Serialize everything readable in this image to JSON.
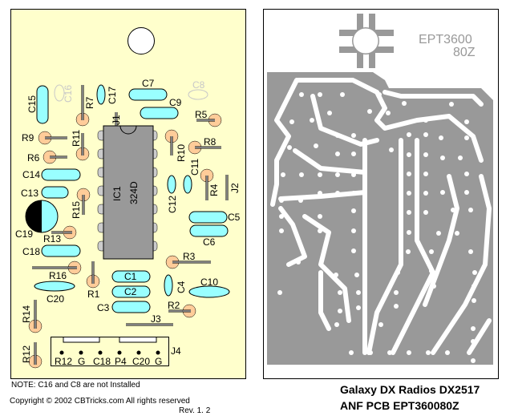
{
  "diagram": {
    "component_side": {
      "board_color": "#ffffcc",
      "capacitor_color": "#99ffff",
      "resistor_color": "#ffcc99",
      "ic_color": "#999999",
      "pin_color": "#cccccc",
      "not_installed_color": "#c8c8c8",
      "ic": {
        "ref": "IC1",
        "part": "324D"
      },
      "capacitors": [
        "C1",
        "C2",
        "C3",
        "C4",
        "C5",
        "C6",
        "C7",
        "C9",
        "C10",
        "C11",
        "C12",
        "C13",
        "C14",
        "C15",
        "C17",
        "C18",
        "C20"
      ],
      "not_installed": [
        "C16",
        "C8"
      ],
      "electrolytic": "C19",
      "resistors": [
        "R1",
        "R2",
        "R3",
        "R4",
        "R5",
        "R6",
        "R7",
        "R8",
        "R9",
        "R10",
        "R11",
        "R12",
        "R13",
        "R14",
        "R15",
        "R16"
      ],
      "jumpers": [
        "J1",
        "J2",
        "J3"
      ],
      "connector": {
        "ref": "J4",
        "pins": [
          "R12",
          "G",
          "C18",
          "P4",
          "C20",
          "G"
        ]
      }
    },
    "solder_side": {
      "copper_color": "#999999",
      "marking_line1": "EPT3600",
      "marking_line2": "80Z"
    }
  },
  "text": {
    "note": "NOTE: C16 and C8 are not Installed",
    "copyright": "Copyright © 2002 CBTricks.com   All rights reserved",
    "revision": "Rev. 1. 2",
    "title_line1": "Galaxy DX Radios DX2517",
    "title_line2": "ANF PCB  EPT360080Z"
  }
}
